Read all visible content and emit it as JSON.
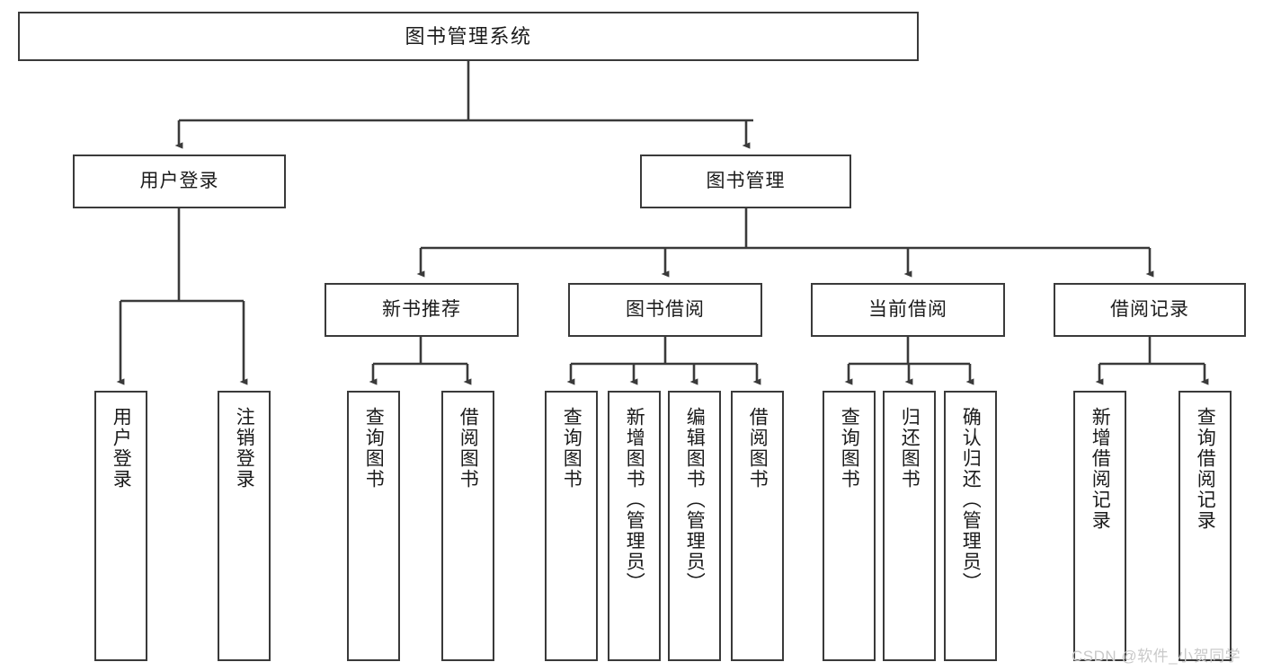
{
  "diagram": {
    "title": "图书管理系统",
    "watermark": "CSDN @软件_小贺同学",
    "line_color": "#3a3a3a",
    "box_fill": "#ffffff",
    "text_color": "#1b1b1b",
    "watermark_color": "#c9c9c9",
    "root": {
      "label": "图书管理系统"
    },
    "level1": [
      {
        "label": "用户登录"
      },
      {
        "label": "图书管理"
      }
    ],
    "level2": [
      {
        "label": "新书推荐"
      },
      {
        "label": "图书借阅"
      },
      {
        "label": "当前借阅"
      },
      {
        "label": "借阅记录"
      }
    ],
    "leaves": {
      "user_login": [
        {
          "label": "用户登录"
        },
        {
          "label": "注销登录"
        }
      ],
      "new_book_recommend": [
        {
          "label": "查询图书"
        },
        {
          "label": "借阅图书"
        }
      ],
      "book_borrow": [
        {
          "label": "查询图书"
        },
        {
          "label": "新增图书（管理员）"
        },
        {
          "label": "编辑图书（管理员）"
        },
        {
          "label": "借阅图书"
        }
      ],
      "current_borrow": [
        {
          "label": "查询图书"
        },
        {
          "label": "归还图书"
        },
        {
          "label": "确认归还（管理员）"
        }
      ],
      "borrow_record": [
        {
          "label": "新增借阅记录"
        },
        {
          "label": "查询借阅记录"
        }
      ]
    }
  }
}
